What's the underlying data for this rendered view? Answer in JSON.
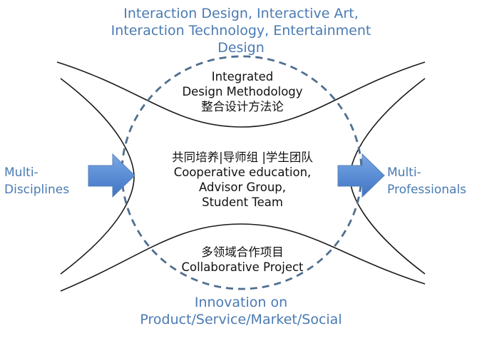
{
  "top_label": {
    "lines": [
      "Interaction Design, Interactive Art,",
      "Interaction Technology, Entertainment",
      "Design"
    ]
  },
  "methodology": {
    "lines": [
      "Integrated",
      "Design Methodology",
      "整合设计方法论"
    ]
  },
  "center": {
    "lines": [
      "共同培养|导师组 |学生团队",
      "Cooperative education,",
      "Advisor Group,",
      "Student Team"
    ]
  },
  "project": {
    "lines": [
      "多领域合作项目",
      "Collaborative Project"
    ]
  },
  "bottom_label": {
    "lines": [
      "Innovation on",
      "Product/Service/Market/Social"
    ]
  },
  "left_label": {
    "lines": [
      "Multi-",
      "Disciplines"
    ]
  },
  "right_label": {
    "lines": [
      "Multi-",
      "Professionals"
    ]
  },
  "colors": {
    "label_blue": "#4a7ab3",
    "circle_dash": "#4f6f8f",
    "arrow_fill": "#4f86d4",
    "curve": "#1a1a1a",
    "text": "#111111"
  }
}
